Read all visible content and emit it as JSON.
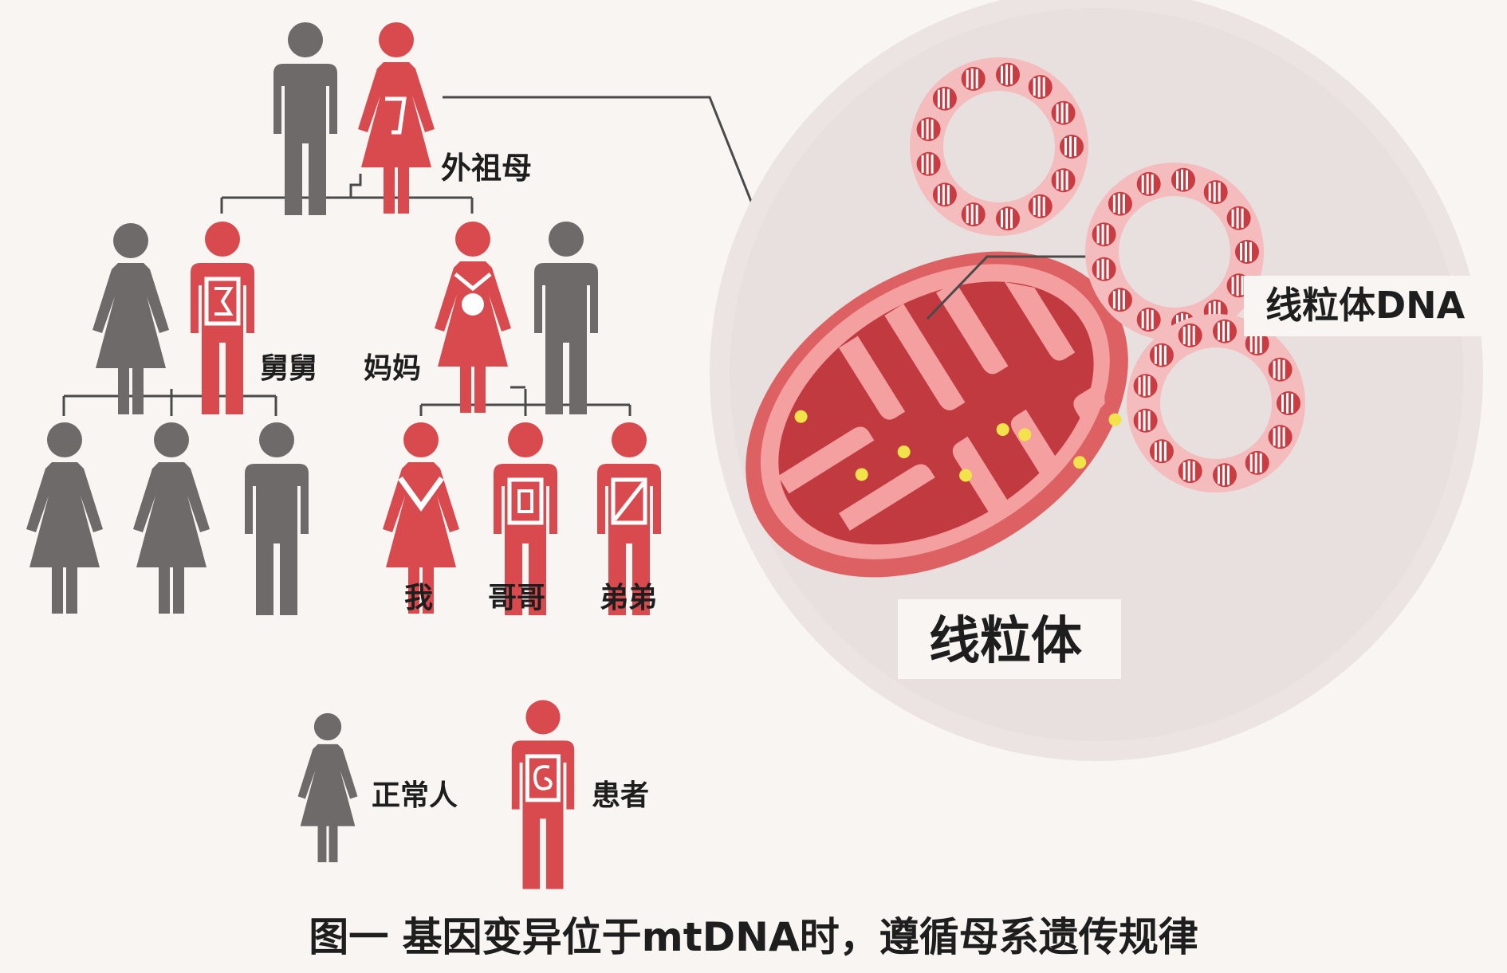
{
  "labels": {
    "grandmother": "外祖母",
    "uncle": "舅舅",
    "mother": "妈妈",
    "me": "我",
    "older_brother": "哥哥",
    "younger_brother": "弟弟",
    "mito_dna": "线粒体DNA",
    "mitochondrion": "线粒体"
  },
  "legend": {
    "normal": "正常人",
    "patient": "患者"
  },
  "caption": "图一  基因变异位于mtDNA时，遵循母系遗传规律",
  "colors": {
    "normal": "#6e6a6a",
    "patient": "#d94a4e",
    "background": "#f8f5f2",
    "cell": "#ebe4e2",
    "mito_outer": "#e6787a",
    "mito_inner": "#b5353b",
    "matrix_dot": "#f3e34a"
  },
  "pedigree": {
    "generation1": [
      {
        "sex": "male",
        "status": "normal"
      },
      {
        "sex": "female",
        "status": "patient"
      }
    ],
    "generation2": [
      {
        "sex": "female",
        "status": "normal"
      },
      {
        "sex": "male",
        "status": "patient"
      },
      {
        "sex": "female",
        "status": "patient"
      },
      {
        "sex": "male",
        "status": "normal"
      }
    ],
    "generation3": [
      {
        "sex": "female",
        "status": "normal"
      },
      {
        "sex": "female",
        "status": "normal"
      },
      {
        "sex": "male",
        "status": "normal"
      },
      {
        "sex": "female",
        "status": "patient"
      },
      {
        "sex": "male",
        "status": "patient"
      },
      {
        "sex": "male",
        "status": "patient"
      }
    ]
  }
}
